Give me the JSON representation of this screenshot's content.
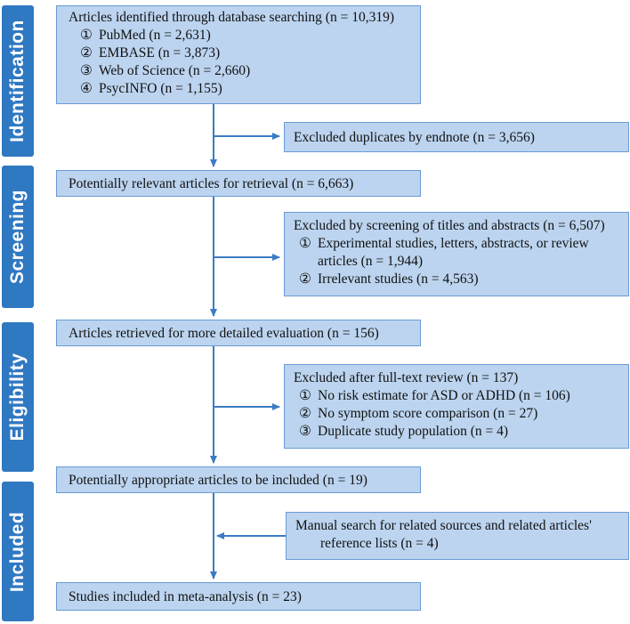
{
  "stages": {
    "identification": "Identification",
    "screening": "Screening",
    "eligibility": "Eligibility",
    "included": "Included"
  },
  "boxes": {
    "identified": {
      "title": "Articles identified through database searching (n = 10,319)",
      "items": [
        {
          "num": "①",
          "text": "PubMed (n = 2,631)"
        },
        {
          "num": "②",
          "text": "EMBASE (n = 3,873)"
        },
        {
          "num": "③",
          "text": "Web of Science (n = 2,660)"
        },
        {
          "num": "④",
          "text": "PsycINFO (n = 1,155)"
        }
      ]
    },
    "duplicates": {
      "title": "Excluded duplicates by endnote (n = 3,656)"
    },
    "retrieval": {
      "title": "Potentially relevant articles for retrieval (n = 6,663)"
    },
    "screen_excluded": {
      "title": "Excluded by screening of titles and abstracts (n = 6,507)",
      "items": [
        {
          "num": "①",
          "text": "Experimental studies, letters, abstracts, or review",
          "cont": "articles (n = 1,944)"
        },
        {
          "num": "②",
          "text": "Irrelevant studies (n = 4,563)"
        }
      ]
    },
    "detailed": {
      "title": "Articles retrieved for more detailed evaluation (n = 156)"
    },
    "fulltext_excluded": {
      "title": "Excluded after full-text review (n = 137)",
      "items": [
        {
          "num": "①",
          "text": "No risk estimate for ASD or ADHD (n = 106)"
        },
        {
          "num": "②",
          "text": "No symptom score comparison (n = 27)"
        },
        {
          "num": "③",
          "text": "Duplicate study population (n = 4)"
        }
      ]
    },
    "appropriate": {
      "title": "Potentially appropriate articles to be included (n = 19)"
    },
    "manual": {
      "title": "Manual search for related sources and related articles'",
      "cont": "reference lists (n = 4)"
    },
    "final": {
      "title": "Studies included in meta-analysis (n = 23)"
    }
  },
  "colors": {
    "stage_fill": "#2f78c2",
    "box_fill": "#bcd4ef",
    "box_border": "#6a9cd4",
    "arrow": "#3a7cc4"
  }
}
